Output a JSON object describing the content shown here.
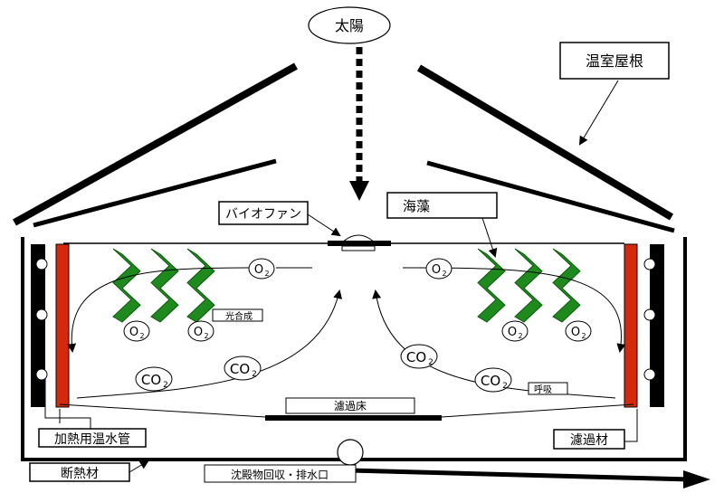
{
  "labels": {
    "sun": "太陽",
    "greenhouse_roof": "温室屋根",
    "bio_fan": "バイオファン",
    "seaweed": "海藻",
    "photosynthesis": "光合成",
    "respiration": "呼吸",
    "filter_bed": "濾過床",
    "heating_pipe": "加熱用温水管",
    "filter_material": "濾過材",
    "insulation": "断熱材",
    "sediment_drain": "沈殿物回収・排水口"
  },
  "molecules": {
    "o2_main": "O",
    "o2_sub": "2",
    "co2_main": "CO",
    "co2_sub": "2"
  },
  "colors": {
    "seaweed": "#1e8a1e",
    "heater": "#d42a0c",
    "insulation_wall": "#000000",
    "line": "#000000"
  }
}
